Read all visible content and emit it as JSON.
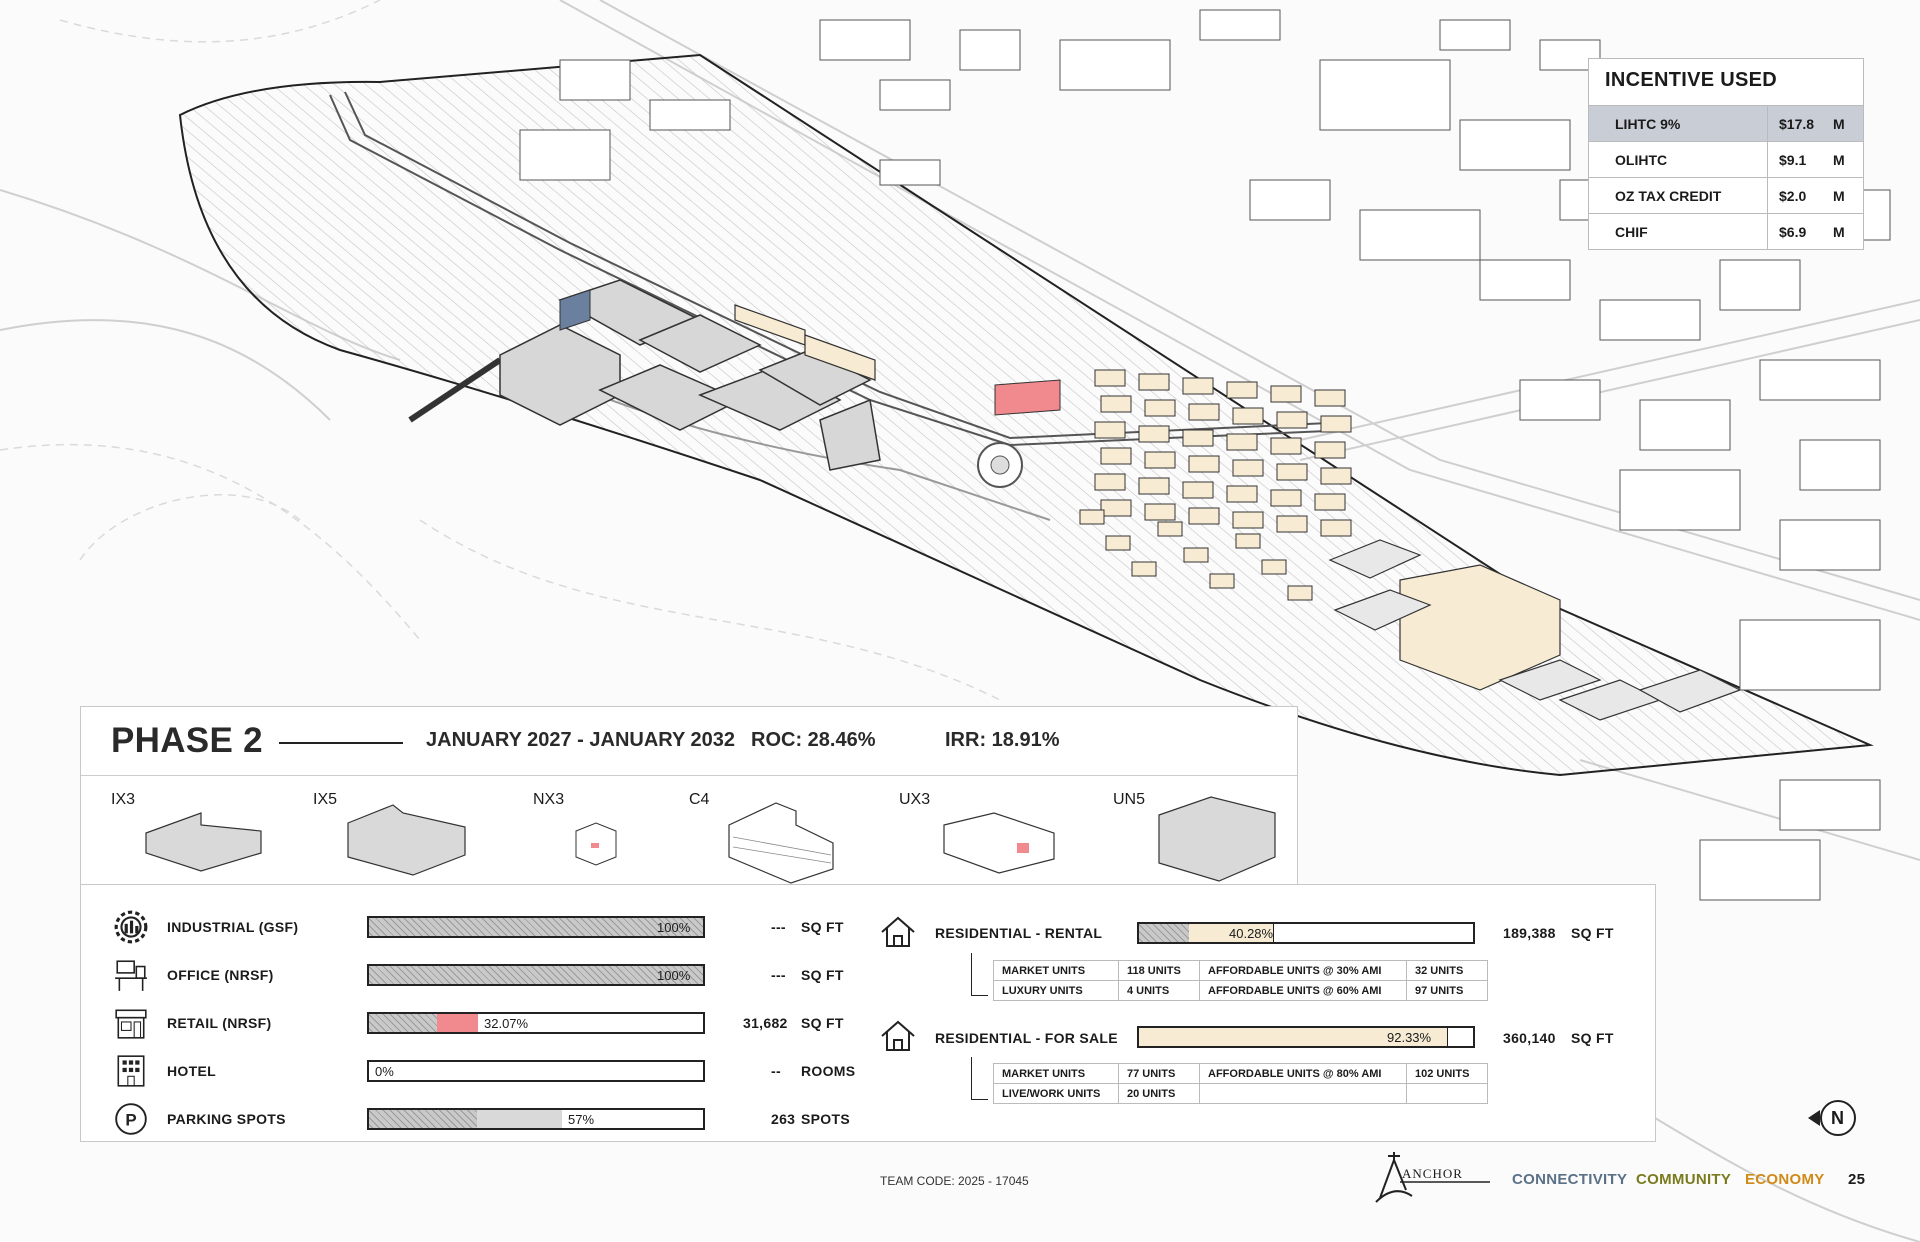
{
  "incentives": {
    "title": "INCENTIVE USED",
    "rows": [
      {
        "name": "LIHTC 9%",
        "amount": "$17.8",
        "unit": "M"
      },
      {
        "name": "OLIHTC",
        "amount": "$9.1",
        "unit": "M"
      },
      {
        "name": "OZ TAX CREDIT",
        "amount": "$2.0",
        "unit": "M"
      },
      {
        "name": "CHIF",
        "amount": "$6.9",
        "unit": "M"
      }
    ]
  },
  "phase": {
    "title": "PHASE 2",
    "dates": "JANUARY 2027 - JANUARY 2032",
    "roc": "ROC: 28.46%",
    "irr": "IRR: 18.91%",
    "building_types": [
      "IX3",
      "IX5",
      "NX3",
      "C4",
      "UX3",
      "UN5"
    ]
  },
  "metrics": [
    {
      "label": "INDUSTRIAL (GSF)",
      "icon": "factory-gear-icon",
      "hatch": 1.0,
      "fill": 0,
      "fill_color": "",
      "bar_label": "100%",
      "value": "---",
      "unit": "SQ FT"
    },
    {
      "label": "OFFICE (NRSF)",
      "icon": "office-desk-icon",
      "hatch": 1.0,
      "fill": 0,
      "fill_color": "",
      "bar_label": "100%",
      "value": "---",
      "unit": "SQ FT"
    },
    {
      "label": "RETAIL (NRSF)",
      "icon": "storefront-icon",
      "hatch": 0.2,
      "fill": 0.1207,
      "fill_color": "#f08a8e",
      "bar_label": "32.07%",
      "value": "31,682",
      "unit": "SQ FT"
    },
    {
      "label": "HOTEL",
      "icon": "hotel-icon",
      "hatch": 0,
      "fill": 0,
      "fill_color": "",
      "bar_label": "0%",
      "value": "--",
      "unit": "ROOMS"
    },
    {
      "label": "PARKING SPOTS",
      "icon": "parking-icon",
      "hatch": 0.32,
      "fill": 0.25,
      "fill_color": "#d9d9d9",
      "bar_label": "57%",
      "value": "263",
      "unit": "SPOTS"
    }
  ],
  "residential_rental": {
    "label": "RESIDENTIAL - RENTAL",
    "hatch": 0.15,
    "fill": 0.2528,
    "bar_label": "40.28%",
    "value": "189,388",
    "unit": "SQ FT",
    "units_table": [
      [
        "MARKET UNITS",
        "118  UNITS",
        "AFFORDABLE UNITS @ 30% AMI",
        "32  UNITS"
      ],
      [
        "LUXURY UNITS",
        "4  UNITS",
        "AFFORDABLE UNITS @ 60% AMI",
        "97  UNITS"
      ]
    ]
  },
  "residential_sale": {
    "label": "RESIDENTIAL - FOR SALE",
    "hatch": 0,
    "fill": 0.9233,
    "bar_label": "92.33%",
    "value": "360,140",
    "unit": "SQ FT",
    "units_table": [
      [
        "MARKET UNITS",
        "77  UNITS",
        "AFFORDABLE UNITS @ 80% AMI",
        "102  UNITS"
      ],
      [
        "LIVE/WORK UNITS",
        "20  UNITS",
        "",
        ""
      ]
    ]
  },
  "footer": {
    "team_code": "TEAM CODE: 2025 - 17045",
    "logo_text": "ANCHOR",
    "tagline": [
      {
        "word": "CONNECTIVITY",
        "color": "#5a7187"
      },
      {
        "word": "COMMUNITY",
        "color": "#7a7a1e"
      },
      {
        "word": "ECONOMY",
        "color": "#d08a18"
      }
    ],
    "page_number": "25"
  },
  "north_label": "N",
  "colors": {
    "residential": "#f7ecd3",
    "retail": "#f08a8e",
    "accent_blue": "#5a7187"
  }
}
